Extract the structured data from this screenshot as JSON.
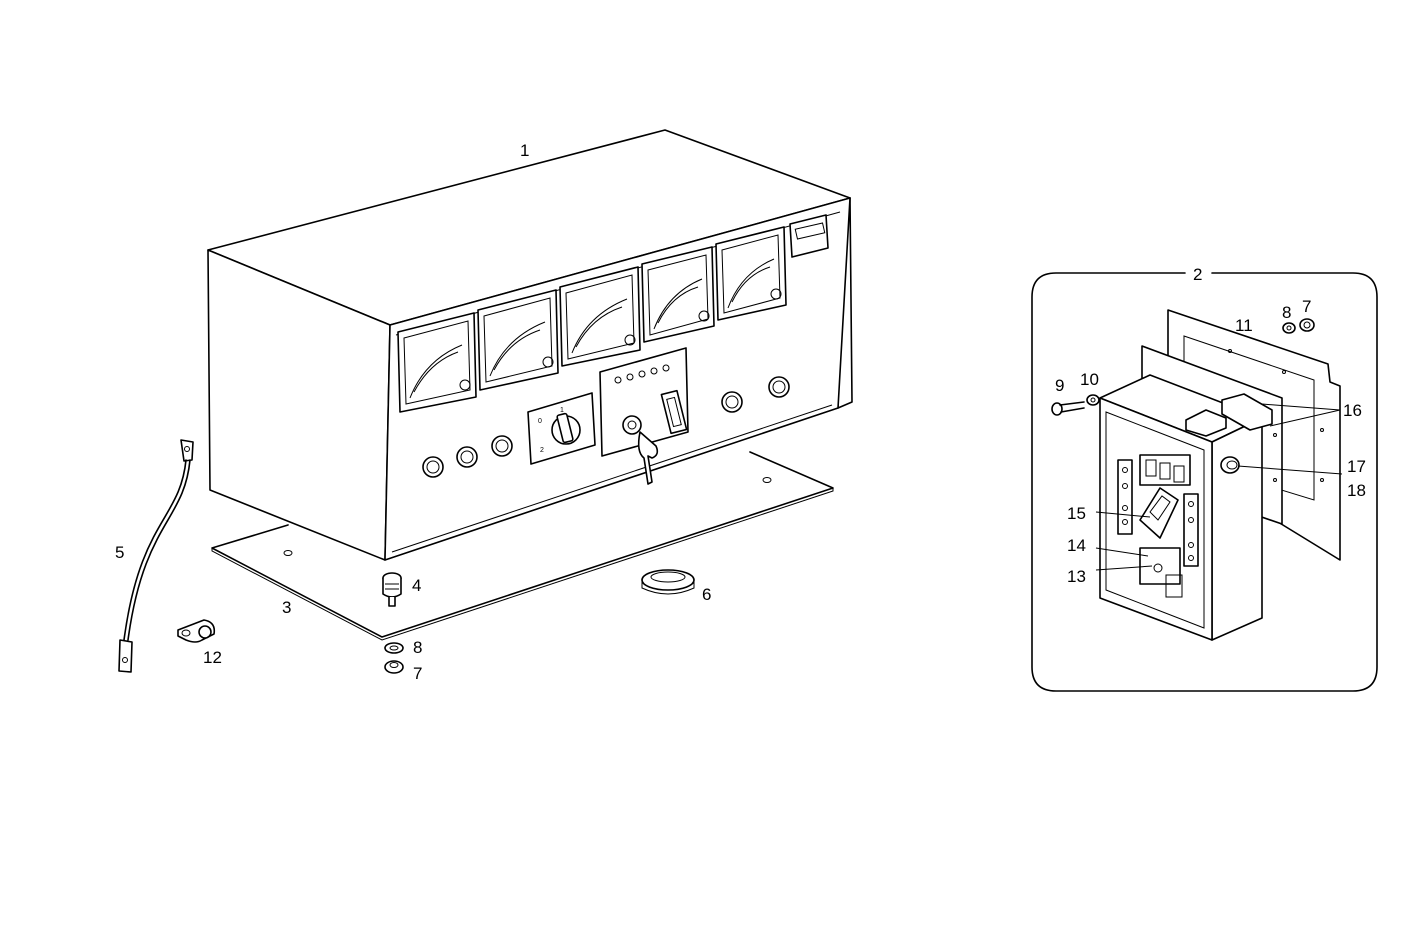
{
  "diagram": {
    "callouts": {
      "c1": "1",
      "c2": "2",
      "c3": "3",
      "c4": "4",
      "c5": "5",
      "c6": "6",
      "c7a": "7",
      "c8a": "8",
      "c7b": "7",
      "c8b": "8",
      "c9": "9",
      "c10": "10",
      "c11": "11",
      "c12": "12",
      "c13": "13",
      "c14": "14",
      "c15": "15",
      "c16": "16",
      "c17": "17",
      "c18": "18"
    },
    "switch_labels": {
      "s1": "0",
      "s2": "1",
      "s3": "2"
    }
  }
}
